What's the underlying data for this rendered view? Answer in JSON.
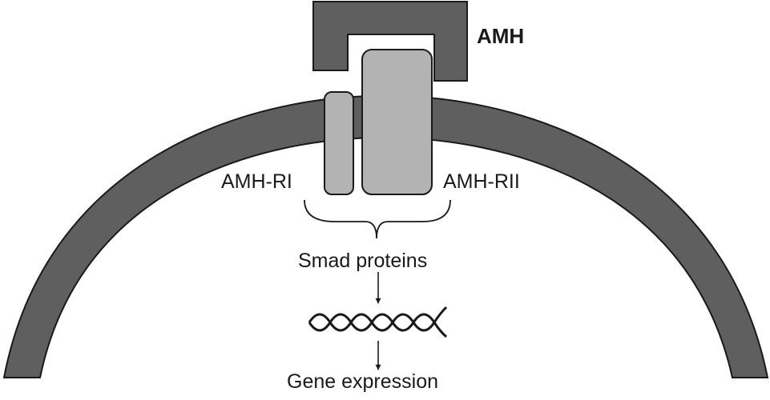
{
  "labels": {
    "ligand": "AMH",
    "receptor_type1": "AMH-RI",
    "receptor_type2": "AMH-RII",
    "signal_mediator": "Smad proteins",
    "outcome": "Gene expression"
  },
  "colors": {
    "membrane": "#5f5f5f",
    "ligand": "#5f5f5f",
    "receptor": "#b3b3b3",
    "stroke": "#1a1a1a",
    "background": "#ffffff"
  }
}
